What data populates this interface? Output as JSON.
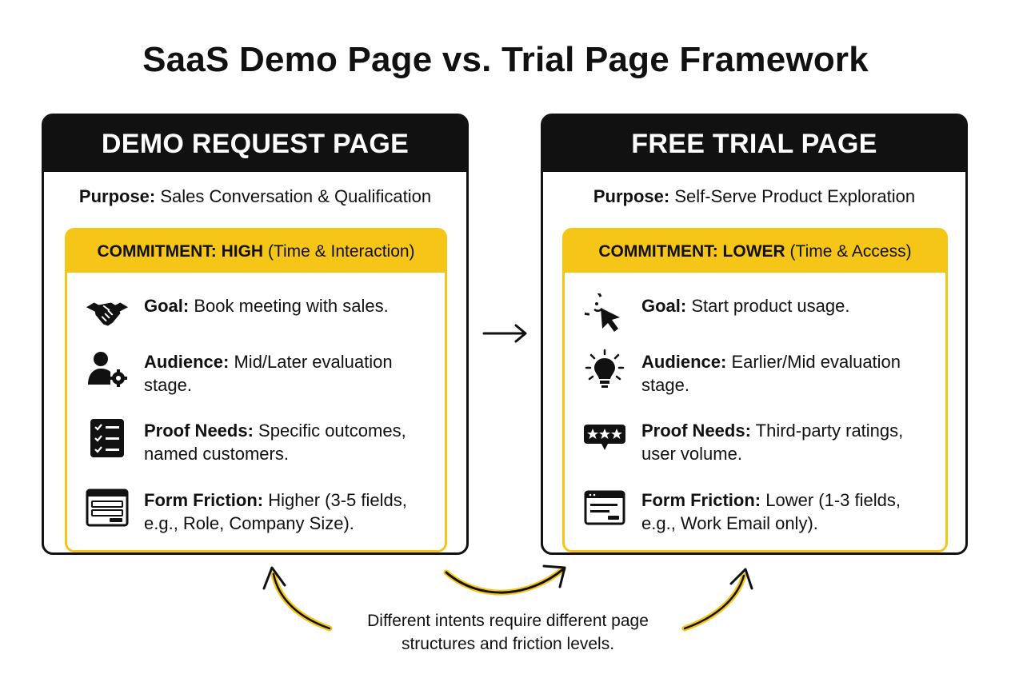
{
  "title": "SaaS Demo Page vs. Trial Page Framework",
  "demo": {
    "header": "DEMO REQUEST PAGE",
    "purpose_label": "Purpose:",
    "purpose_value": "Sales Conversation & Qualification",
    "commitment_label": "COMMITMENT: HIGH",
    "commitment_detail": "(Time & Interaction)",
    "items": [
      {
        "icon": "handshake-icon",
        "label": "Goal:",
        "text": "Book meeting with sales."
      },
      {
        "icon": "user-gear-icon",
        "label": "Audience:",
        "text": "Mid/Later evaluation stage."
      },
      {
        "icon": "checklist-icon",
        "label": "Proof Needs:",
        "text": "Specific outcomes, named customers."
      },
      {
        "icon": "form-icon",
        "label": "Form Friction:",
        "text": "Higher (3-5 fields, e.g., Role, Company Size)."
      }
    ]
  },
  "trial": {
    "header": "FREE TRIAL PAGE",
    "purpose_label": "Purpose:",
    "purpose_value": "Self-Serve Product Exploration",
    "commitment_label": "COMMITMENT: LOWER",
    "commitment_detail": "(Time & Access)",
    "items": [
      {
        "icon": "cursor-click-icon",
        "label": "Goal:",
        "text": "Start product usage."
      },
      {
        "icon": "lightbulb-icon",
        "label": "Audience:",
        "text": "Earlier/Mid evaluation stage."
      },
      {
        "icon": "star-rating-icon",
        "label": "Proof Needs:",
        "text": "Third-party ratings, user volume."
      },
      {
        "icon": "form-icon",
        "label": "Form Friction:",
        "text": "Lower (1-3 fields, e.g., Work Email only)."
      }
    ]
  },
  "note_line1": "Different intents require different page",
  "note_line2": "structures and friction levels.",
  "colors": {
    "accent": "#f5c518",
    "dark": "#111111",
    "background": "#ffffff"
  }
}
